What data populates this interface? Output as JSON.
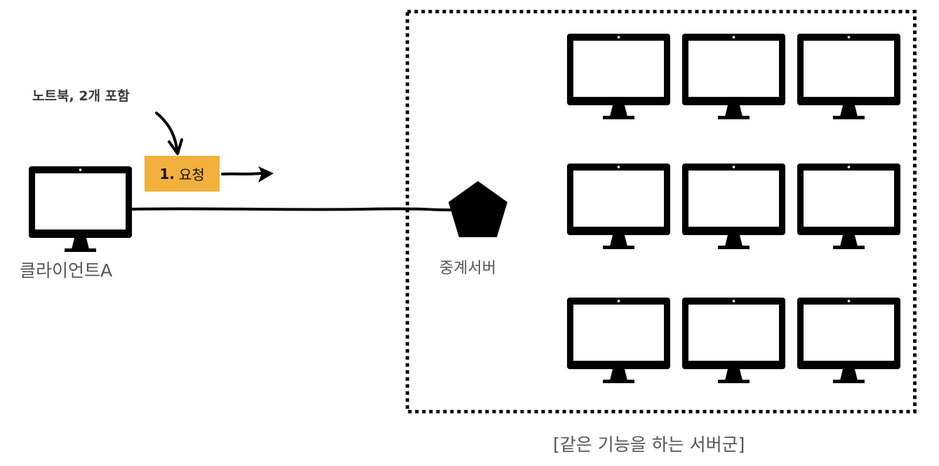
{
  "annotation": {
    "text": "노트북, 2개 포함"
  },
  "request": {
    "number": "1.",
    "label": "요청"
  },
  "client": {
    "label": "클라이언트A"
  },
  "relay_server": {
    "label": "중계서버"
  },
  "server_cluster": {
    "label": "[같은 기능을 하는 서버군]",
    "rows": 3,
    "columns": 3
  },
  "colors": {
    "request_box": "#f2b03c",
    "monitor": "#000000",
    "text": "#555555"
  },
  "icons": {
    "client": "monitor-icon",
    "server": "monitor-icon",
    "relay": "pentagon-icon"
  }
}
